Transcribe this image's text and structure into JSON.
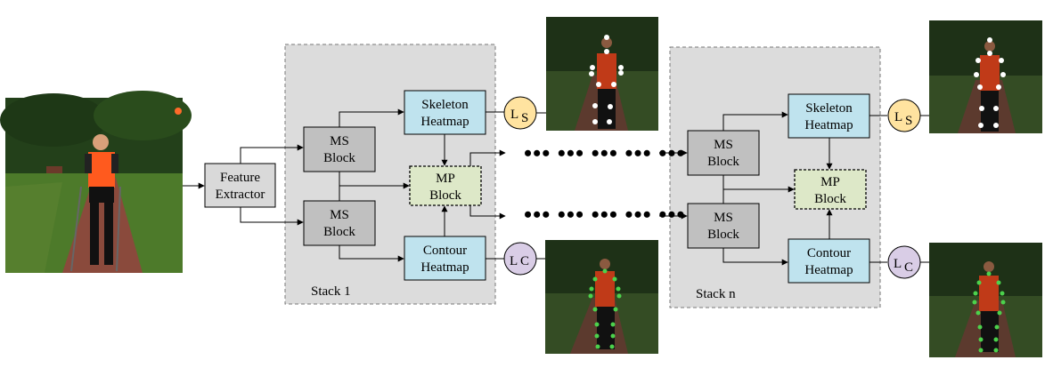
{
  "blocks": {
    "feature_extractor": [
      "Feature",
      "Extractor"
    ],
    "ms_block": [
      "MS",
      "Block"
    ],
    "mp_block": [
      "MP",
      "Block"
    ],
    "skeleton_heatmap": [
      "Skeleton",
      "Heatmap"
    ],
    "contour_heatmap": [
      "Contour",
      "Heatmap"
    ]
  },
  "stacks": [
    {
      "label": "Stack 1"
    },
    {
      "label": "Stack n"
    }
  ],
  "loss_skeleton": {
    "base": "L",
    "sub": "S"
  },
  "loss_contour": {
    "base": "L",
    "sub": "C"
  },
  "ellipsis": "••• ••• ••• ••• •••",
  "colors": {
    "stack_bg": "#dcdcdc",
    "ms_block": "#c0c0c0",
    "feature": "#d9d9d9",
    "heatmap": "#bfe3ee",
    "mp_block": "#dde8c8",
    "loss_skeleton": "#ffe3a0",
    "loss_contour": "#d9cde6",
    "skeleton_keypoint": "#ffffff",
    "contour_keypoint": "#4cd24c"
  }
}
